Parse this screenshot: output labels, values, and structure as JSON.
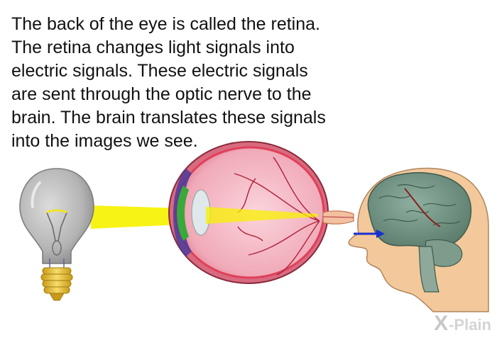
{
  "caption": {
    "lines": [
      "The back of the eye is called the retina.",
      "The retina changes light signals into",
      "electric signals. These electric signals",
      "are sent through the optic nerve to the",
      "brain. The brain translates these signals",
      "into the images we see."
    ]
  },
  "illustration": {
    "icons": [
      "light-bulb-icon",
      "eye-cross-section-icon",
      "head-brain-icon",
      "arrow-right-icon"
    ],
    "colors": {
      "light_beam": "#f6f200",
      "bulb_glass": "#b8b8b8",
      "bulb_base": "#e8c23a",
      "eyeball": "#f0b4c0",
      "retina": "#e0405a",
      "iris": "#2a8a35",
      "brain": "#6f9080",
      "skin": "#f3c89a",
      "signal_arrow": "#1a2fd0"
    }
  },
  "brand": {
    "logo_x": "X",
    "logo_text": "-Plain"
  }
}
